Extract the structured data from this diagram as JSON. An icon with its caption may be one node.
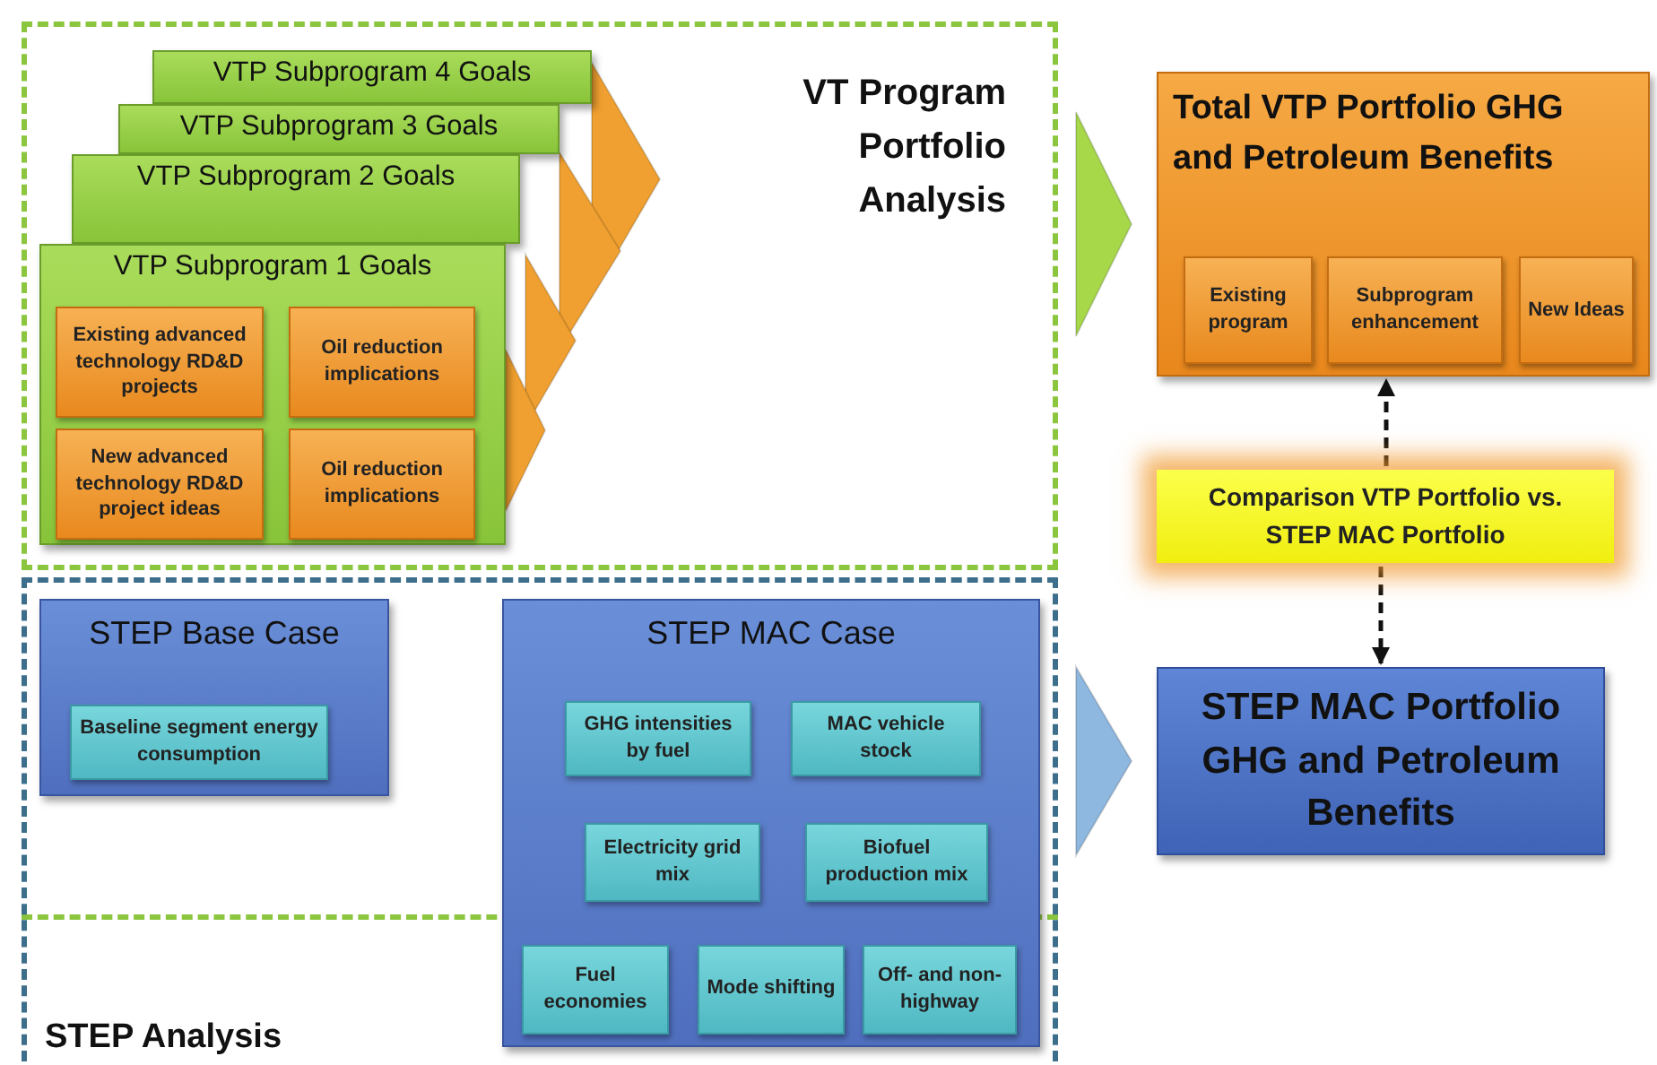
{
  "diagram": {
    "nodes": [
      {
        "text": [
          "VT Program Portfolio Analysis"
        ]
      },
      {
        "text": [
          "VTP Subprogram 4 Goals"
        ],
        "in": 0
      },
      {
        "text": [
          "VTP Subprogram 3 Goals"
        ],
        "in": 0
      },
      {
        "text": [
          "VTP Subprogram 2 Goals"
        ],
        "in": 0
      },
      {
        "text": [
          "VTP Subprogram 1 Goals"
        ],
        "in": 0
      },
      {
        "text": [
          "Existing advanced technology RD&D projects"
        ],
        "in": 4
      },
      {
        "text": [
          "Oil reduction implications"
        ],
        "in": 4
      },
      {
        "text": [
          "New advanced technology RD&D project ideas"
        ],
        "in": 4
      },
      {
        "text": [
          "Oil reduction implications"
        ],
        "in": 4
      },
      {
        "text": [
          "Total VTP Portfolio GHG and Petroleum Benefits"
        ]
      },
      {
        "text": [
          "Existing program"
        ],
        "in": 9
      },
      {
        "text": [
          "Subprogram enhancement"
        ],
        "in": 9
      },
      {
        "text": [
          "New Ideas"
        ],
        "in": 9
      },
      {
        "text": [
          "Comparison VTP Portfolio vs. STEP MAC Portfolio"
        ]
      },
      {
        "text": [
          "STEP Analysis"
        ]
      },
      {
        "text": [
          "STEP Base Case"
        ],
        "in": 14
      },
      {
        "text": [
          "Baseline segment energy consumption"
        ],
        "in": 15
      },
      {
        "text": [
          "STEP MAC Case"
        ],
        "in": 14
      },
      {
        "text": [
          "GHG intensities by fuel"
        ],
        "in": 17
      },
      {
        "text": [
          "MAC vehicle stock"
        ],
        "in": 17
      },
      {
        "text": [
          "Electricity grid mix"
        ],
        "in": 17
      },
      {
        "text": [
          "Biofuel production mix"
        ],
        "in": 17
      },
      {
        "text": [
          "Fuel economies"
        ],
        "in": 17
      },
      {
        "text": [
          "Mode shifting"
        ],
        "in": 17
      },
      {
        "text": [
          "Off- and non-highway"
        ],
        "in": 17
      },
      {
        "text": [
          "STEP MAC Portfolio GHG and Petroleum Benefits"
        ]
      }
    ],
    "edges": [
      {
        "from": 0,
        "to": 9,
        "arrow": "to",
        "style": "thick",
        "color": "#a6d84a"
      },
      {
        "from": 14,
        "to": 25,
        "arrow": "to",
        "style": "thick",
        "color": "#8fb8e0"
      },
      {
        "from": 13,
        "to": 9,
        "arrow": "to",
        "style": "dashed",
        "color": "#111111"
      },
      {
        "from": 13,
        "to": 25,
        "arrow": "to",
        "style": "dashed",
        "color": "#111111"
      }
    ]
  }
}
